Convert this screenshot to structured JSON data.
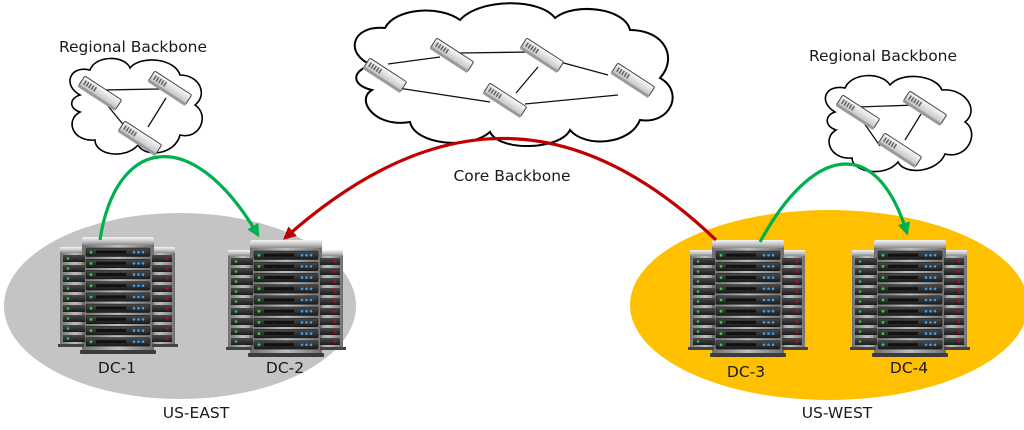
{
  "colors": {
    "us_east_region": "#c4c4c4",
    "us_west_region": "#ffc000",
    "core_link": "#c00000",
    "regional_link": "#00b050",
    "cloud_stroke": "#000000",
    "cloud_fill": "#ffffff"
  },
  "clouds": {
    "core": {
      "label": "Core Backbone",
      "switch_count": 5
    },
    "regional_east": {
      "label": "Regional Backbone",
      "switch_count": 3
    },
    "regional_west": {
      "label": "Regional Backbone",
      "switch_count": 3
    }
  },
  "regions": [
    {
      "id": "us-east",
      "label": "US-EAST",
      "datacenters": [
        "DC-1",
        "DC-2"
      ]
    },
    {
      "id": "us-west",
      "label": "US-WEST",
      "datacenters": [
        "DC-3",
        "DC-4"
      ]
    }
  ],
  "datacenters": {
    "dc1": {
      "label": "DC-1"
    },
    "dc2": {
      "label": "DC-2"
    },
    "dc3": {
      "label": "DC-3"
    },
    "dc4": {
      "label": "DC-4"
    }
  },
  "links": [
    {
      "from": "DC-1",
      "to": "DC-2",
      "via": "Regional Backbone",
      "color": "green"
    },
    {
      "from": "DC-3",
      "to": "DC-2",
      "via": "Core Backbone",
      "color": "red"
    },
    {
      "from": "DC-3",
      "to": "DC-4",
      "via": "Regional Backbone",
      "color": "green"
    }
  ]
}
